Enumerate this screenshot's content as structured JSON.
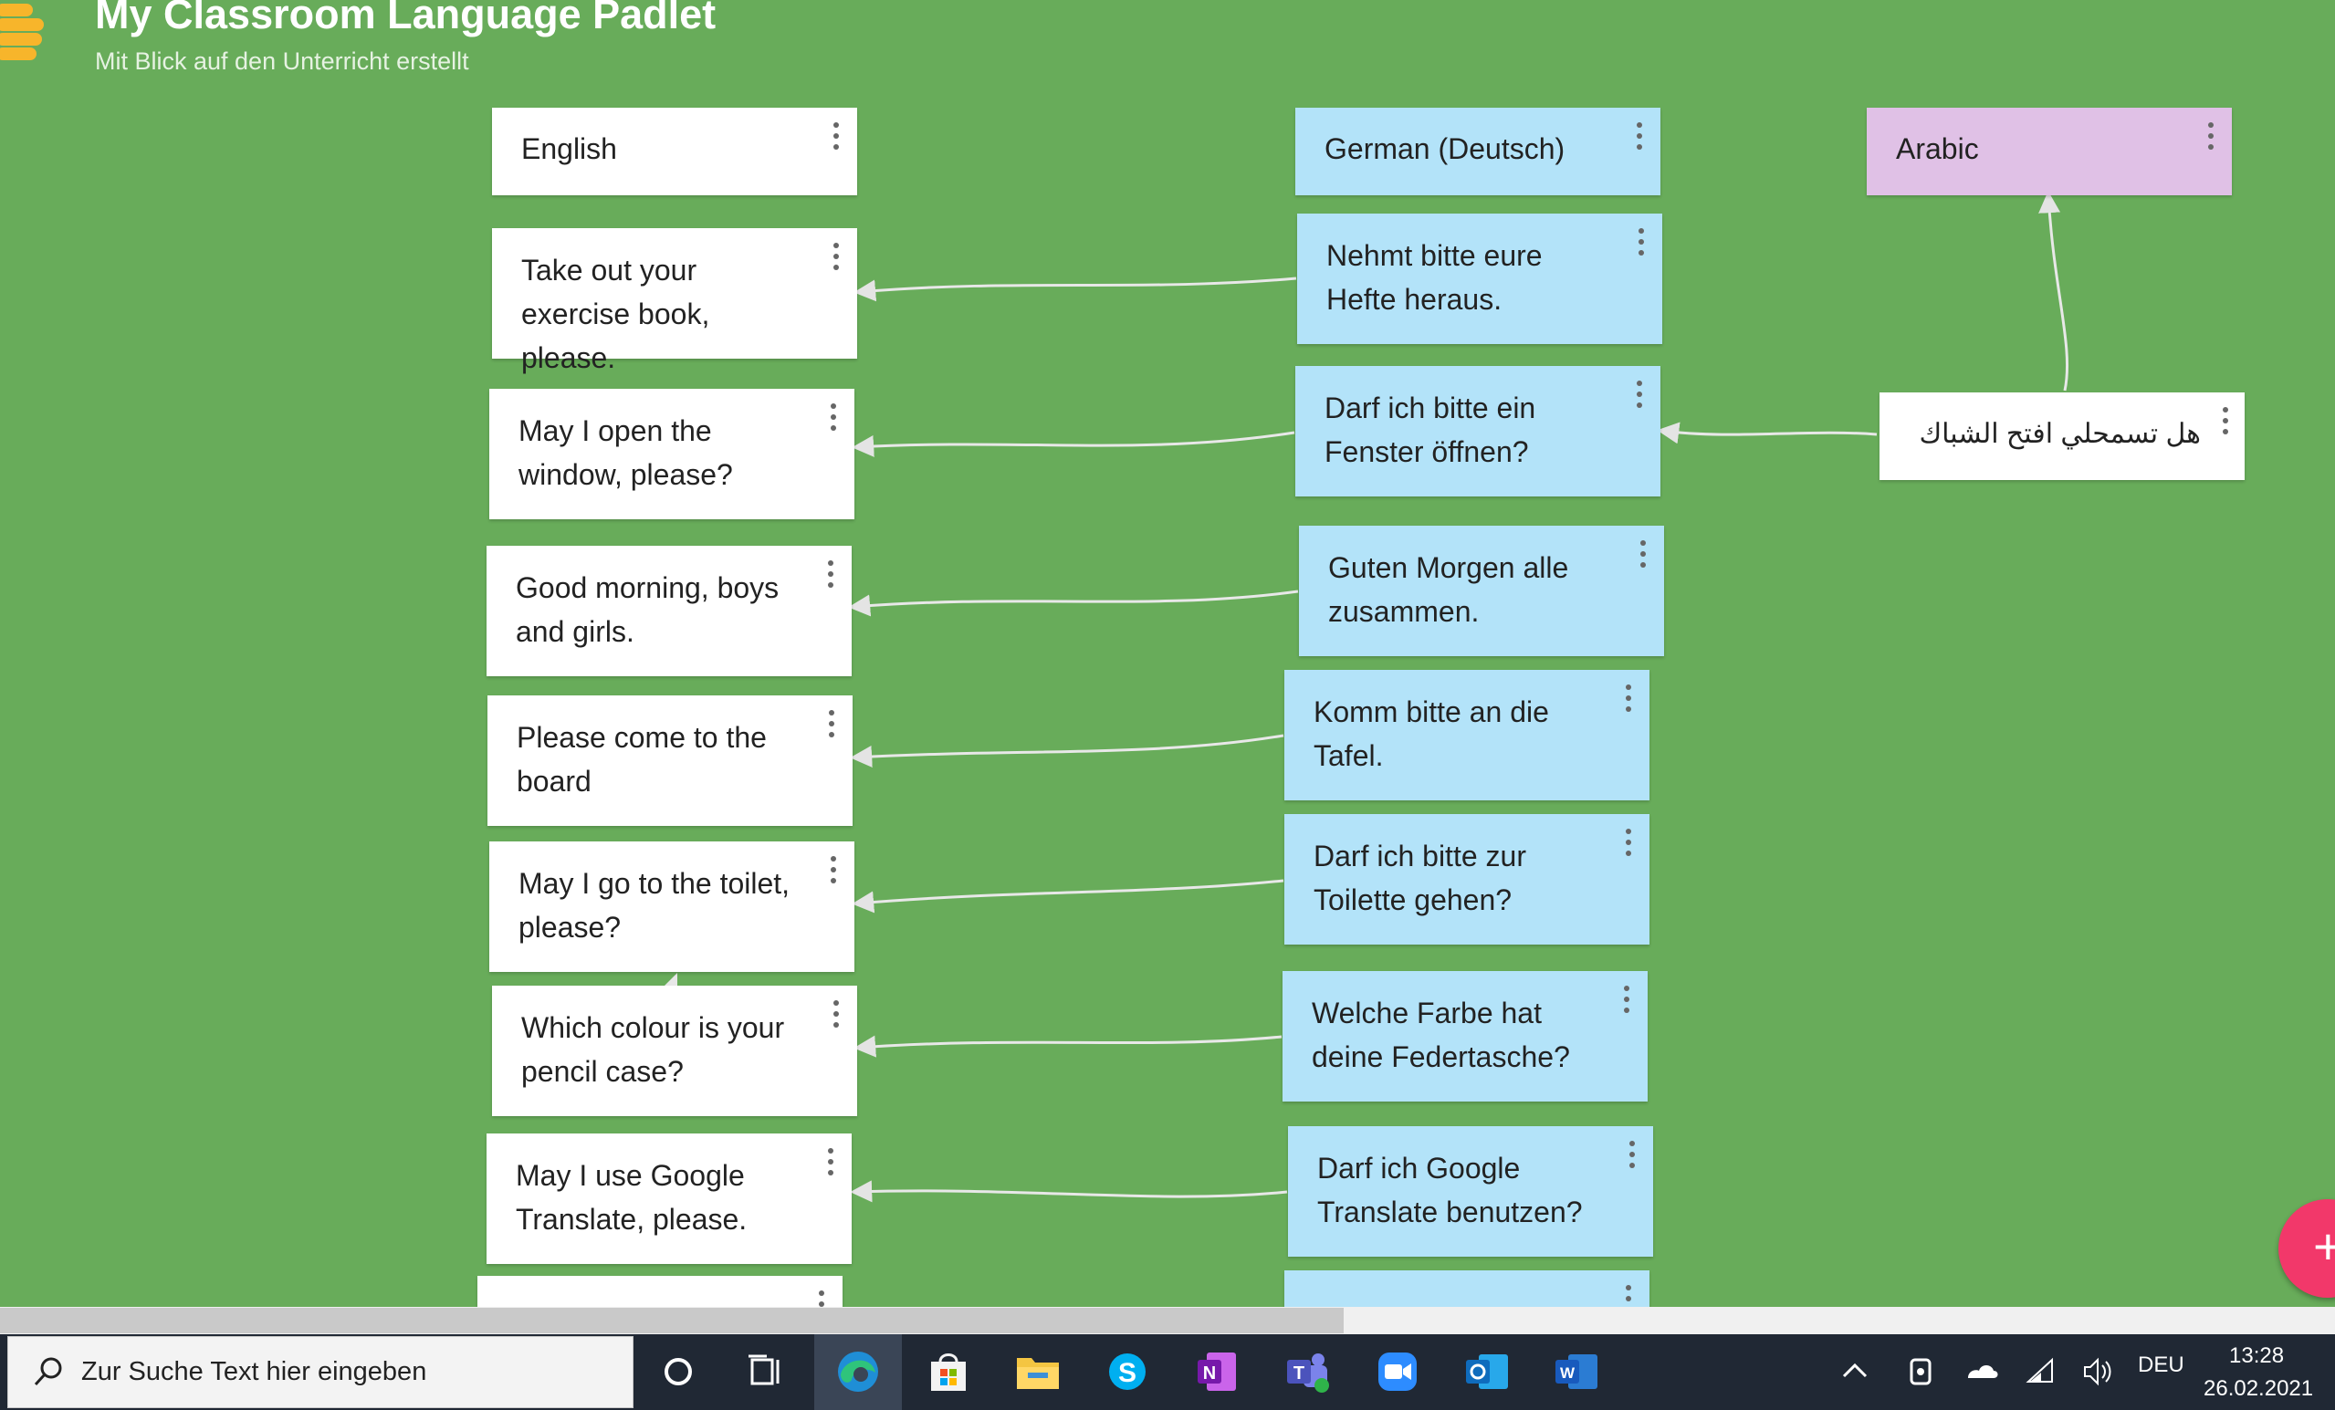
{
  "board": {
    "title": "My Classroom Language Padlet",
    "subtitle": "Mit Blick auf den Unterricht erstellt",
    "background": "#68ac5a"
  },
  "columns": {
    "english": "English",
    "german": "German (Deutsch)",
    "arabic": "Arabic"
  },
  "posts_english": [
    "Take out your exercise book, please.",
    "May I open the window, please?",
    "Good morning, boys and girls.",
    "Please come to the board",
    "May I go to the toilet, please?",
    "Which colour is your pencil case?",
    "May I use Google Translate, please."
  ],
  "posts_german": [
    "Nehmt bitte eure Hefte heraus.",
    "Darf ich bitte ein Fenster öffnen?",
    "Guten Morgen alle zusammen.",
    "Komm bitte an die Tafel.",
    "Darf ich bitte zur Toilette gehen?",
    "Welche Farbe hat deine Federtasche?",
    "Darf ich Google Translate benutzen?"
  ],
  "posts_arabic": [
    "هل تسمحلي افتح الشباك"
  ],
  "colors": {
    "white_post": "#ffffff",
    "german_post": "#b3e3f9",
    "arabic_post": "#e0c1e6",
    "fab": "#f2386a"
  },
  "taskbar": {
    "search_placeholder": "Zur Suche Text hier eingeben",
    "apps": [
      "cortana-icon",
      "task-view-icon",
      "edge-icon",
      "store-icon",
      "file-explorer-icon",
      "skype-icon",
      "onenote-icon",
      "teams-icon",
      "zoom-icon",
      "outlook-icon",
      "word-icon"
    ],
    "language": "DEU",
    "time": "13:28",
    "date": "26.02.2021"
  }
}
